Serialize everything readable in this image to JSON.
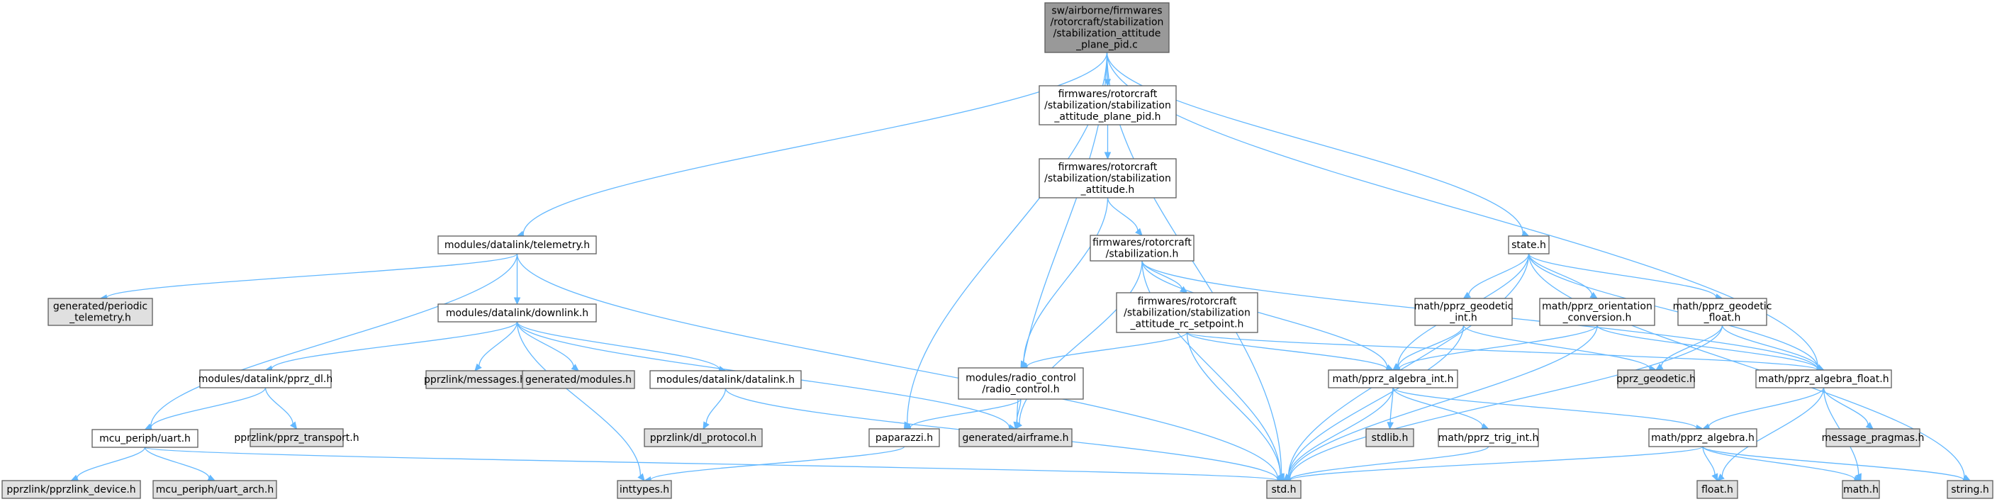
{
  "colors": {
    "root_fill": "#999999",
    "header_fill": "#ffffff",
    "external_fill": "#e0e0e0",
    "edge": "#63b8ff",
    "border": "#5c5c5c"
  },
  "nodes": [
    {
      "id": "root",
      "kind": "root",
      "lines": [
        "sw/airborne/firmwares",
        "/rotorcraft/stabilization",
        "/stabilization_attitude",
        "_plane_pid.c"
      ]
    },
    {
      "id": "plane_pid_h",
      "kind": "header",
      "lines": [
        "firmwares/rotorcraft",
        "/stabilization/stabilization",
        "_attitude_plane_pid.h"
      ]
    },
    {
      "id": "stab_att_h",
      "kind": "header",
      "lines": [
        "firmwares/rotorcraft",
        "/stabilization/stabilization",
        "_attitude.h"
      ]
    },
    {
      "id": "stabilization_h",
      "kind": "header",
      "lines": [
        "firmwares/rotorcraft",
        "/stabilization.h"
      ]
    },
    {
      "id": "rc_setpoint_h",
      "kind": "header",
      "lines": [
        "firmwares/rotorcraft",
        "/stabilization/stabilization",
        "_attitude_rc_setpoint.h"
      ]
    },
    {
      "id": "telemetry_h",
      "kind": "header",
      "lines": [
        "modules/datalink/telemetry.h"
      ]
    },
    {
      "id": "periodic_telemetry_h",
      "kind": "external",
      "lines": [
        "generated/periodic",
        "_telemetry.h"
      ]
    },
    {
      "id": "downlink_h",
      "kind": "header",
      "lines": [
        "modules/datalink/downlink.h"
      ]
    },
    {
      "id": "pprz_dl_h",
      "kind": "header",
      "lines": [
        "modules/datalink/pprz_dl.h"
      ]
    },
    {
      "id": "pprz_transport_h",
      "kind": "external",
      "lines": [
        "pprzlink/pprz_transport.h"
      ]
    },
    {
      "id": "uart_h",
      "kind": "header",
      "lines": [
        "mcu_periph/uart.h"
      ]
    },
    {
      "id": "pprzlink_device_h",
      "kind": "external",
      "lines": [
        "pprzlink/pprzlink_device.h"
      ]
    },
    {
      "id": "uart_arch_h",
      "kind": "external",
      "lines": [
        "mcu_periph/uart_arch.h"
      ]
    },
    {
      "id": "messages_h",
      "kind": "external",
      "lines": [
        "pprzlink/messages.h"
      ]
    },
    {
      "id": "modules_h",
      "kind": "external",
      "lines": [
        "generated/modules.h"
      ]
    },
    {
      "id": "datalink_h",
      "kind": "header",
      "lines": [
        "modules/datalink/datalink.h"
      ]
    },
    {
      "id": "dl_protocol_h",
      "kind": "external",
      "lines": [
        "pprzlink/dl_protocol.h"
      ]
    },
    {
      "id": "inttypes_h",
      "kind": "external",
      "lines": [
        "inttypes.h"
      ]
    },
    {
      "id": "radio_control_h",
      "kind": "header",
      "lines": [
        "modules/radio_control",
        "/radio_control.h"
      ]
    },
    {
      "id": "paparazzi_h",
      "kind": "header",
      "lines": [
        "paparazzi.h"
      ]
    },
    {
      "id": "airframe_h",
      "kind": "external",
      "lines": [
        "generated/airframe.h"
      ]
    },
    {
      "id": "std_h",
      "kind": "external",
      "lines": [
        "std.h"
      ]
    },
    {
      "id": "state_h",
      "kind": "header",
      "lines": [
        "state.h"
      ]
    },
    {
      "id": "geodetic_int_h",
      "kind": "header",
      "lines": [
        "math/pprz_geodetic",
        "_int.h"
      ]
    },
    {
      "id": "orientation_conv_h",
      "kind": "header",
      "lines": [
        "math/pprz_orientation",
        "_conversion.h"
      ]
    },
    {
      "id": "geodetic_float_h",
      "kind": "header",
      "lines": [
        "math/pprz_geodetic",
        "_float.h"
      ]
    },
    {
      "id": "algebra_int_h",
      "kind": "header",
      "lines": [
        "math/pprz_algebra_int.h"
      ]
    },
    {
      "id": "pprz_geodetic_h",
      "kind": "external",
      "lines": [
        "pprz_geodetic.h"
      ]
    },
    {
      "id": "algebra_float_h",
      "kind": "header",
      "lines": [
        "math/pprz_algebra_float.h"
      ]
    },
    {
      "id": "stdlib_h",
      "kind": "external",
      "lines": [
        "stdlib.h"
      ]
    },
    {
      "id": "trig_int_h",
      "kind": "header",
      "lines": [
        "math/pprz_trig_int.h"
      ]
    },
    {
      "id": "algebra_h",
      "kind": "header",
      "lines": [
        "math/pprz_algebra.h"
      ]
    },
    {
      "id": "message_pragmas_h",
      "kind": "external",
      "lines": [
        "message_pragmas.h"
      ]
    },
    {
      "id": "float_h",
      "kind": "external",
      "lines": [
        "float.h"
      ]
    },
    {
      "id": "math_h",
      "kind": "external",
      "lines": [
        "math.h"
      ]
    },
    {
      "id": "string_h",
      "kind": "external",
      "lines": [
        "string.h"
      ]
    }
  ],
  "edges": [
    [
      "root",
      "plane_pid_h"
    ],
    [
      "root",
      "telemetry_h"
    ],
    [
      "root",
      "paparazzi_h"
    ],
    [
      "root",
      "airframe_h"
    ],
    [
      "root",
      "std_h"
    ],
    [
      "root",
      "state_h"
    ],
    [
      "root",
      "algebra_float_h"
    ],
    [
      "plane_pid_h",
      "stab_att_h"
    ],
    [
      "stab_att_h",
      "stabilization_h"
    ],
    [
      "stab_att_h",
      "radio_control_h"
    ],
    [
      "stabilization_h",
      "rc_setpoint_h"
    ],
    [
      "stabilization_h",
      "airframe_h"
    ],
    [
      "stabilization_h",
      "std_h"
    ],
    [
      "stabilization_h",
      "algebra_int_h"
    ],
    [
      "stabilization_h",
      "algebra_float_h"
    ],
    [
      "rc_setpoint_h",
      "radio_control_h"
    ],
    [
      "rc_setpoint_h",
      "std_h"
    ],
    [
      "rc_setpoint_h",
      "algebra_int_h"
    ],
    [
      "rc_setpoint_h",
      "algebra_float_h"
    ],
    [
      "telemetry_h",
      "periodic_telemetry_h"
    ],
    [
      "telemetry_h",
      "downlink_h"
    ],
    [
      "telemetry_h",
      "uart_h"
    ],
    [
      "telemetry_h",
      "std_h"
    ],
    [
      "downlink_h",
      "pprz_dl_h"
    ],
    [
      "downlink_h",
      "messages_h"
    ],
    [
      "downlink_h",
      "modules_h"
    ],
    [
      "downlink_h",
      "datalink_h"
    ],
    [
      "downlink_h",
      "inttypes_h"
    ],
    [
      "downlink_h",
      "airframe_h"
    ],
    [
      "pprz_dl_h",
      "pprz_transport_h"
    ],
    [
      "pprz_dl_h",
      "uart_h"
    ],
    [
      "uart_h",
      "pprzlink_device_h"
    ],
    [
      "uart_h",
      "uart_arch_h"
    ],
    [
      "uart_h",
      "std_h"
    ],
    [
      "datalink_h",
      "dl_protocol_h"
    ],
    [
      "datalink_h",
      "std_h"
    ],
    [
      "radio_control_h",
      "paparazzi_h"
    ],
    [
      "radio_control_h",
      "airframe_h"
    ],
    [
      "paparazzi_h",
      "inttypes_h"
    ],
    [
      "state_h",
      "std_h"
    ],
    [
      "state_h",
      "geodetic_int_h"
    ],
    [
      "state_h",
      "orientation_conv_h"
    ],
    [
      "state_h",
      "geodetic_float_h"
    ],
    [
      "state_h",
      "algebra_int_h"
    ],
    [
      "state_h",
      "algebra_float_h"
    ],
    [
      "state_h",
      "string_h"
    ],
    [
      "geodetic_int_h",
      "algebra_int_h"
    ],
    [
      "geodetic_int_h",
      "pprz_geodetic_h"
    ],
    [
      "geodetic_int_h",
      "std_h"
    ],
    [
      "orientation_conv_h",
      "algebra_int_h"
    ],
    [
      "orientation_conv_h",
      "algebra_float_h"
    ],
    [
      "orientation_conv_h",
      "std_h"
    ],
    [
      "geodetic_float_h",
      "pprz_geodetic_h"
    ],
    [
      "geodetic_float_h",
      "algebra_float_h"
    ],
    [
      "geodetic_float_h",
      "std_h"
    ],
    [
      "algebra_int_h",
      "stdlib_h"
    ],
    [
      "algebra_int_h",
      "trig_int_h"
    ],
    [
      "algebra_int_h",
      "algebra_h"
    ],
    [
      "algebra_int_h",
      "std_h"
    ],
    [
      "trig_int_h",
      "std_h"
    ],
    [
      "algebra_float_h",
      "algebra_h"
    ],
    [
      "algebra_float_h",
      "message_pragmas_h"
    ],
    [
      "algebra_float_h",
      "float_h"
    ],
    [
      "algebra_float_h",
      "math_h"
    ],
    [
      "algebra_h",
      "float_h"
    ],
    [
      "algebra_h",
      "math_h"
    ],
    [
      "algebra_h",
      "string_h"
    ],
    [
      "algebra_h",
      "std_h"
    ]
  ]
}
